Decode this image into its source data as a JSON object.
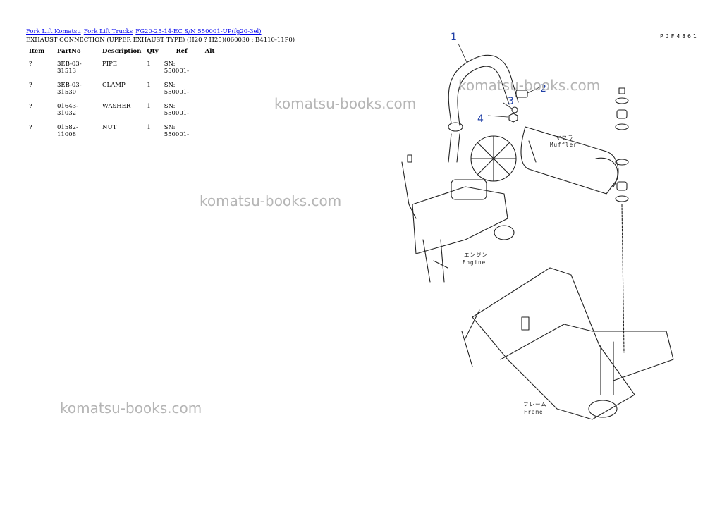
{
  "breadcrumb": {
    "link1": "Fork Lift Komatsu",
    "link2": "Fork Lift Trucks",
    "link3": "FG20-25-14-EC S/N 550001-UP(fg20-3el)"
  },
  "subtitle": "EXHAUST CONNECTION (UPPER EXHAUST TYPE) (H20 ? H25)(060030 : B4110-11P0)",
  "table": {
    "headers": [
      "Item",
      "PartNo",
      "Description",
      "Qty",
      "Ref",
      "Alt"
    ],
    "rows": [
      {
        "item": "?",
        "partno": "3EB-03-31513",
        "desc": "PIPE",
        "qty": "1",
        "ref": "SN: 550001-",
        "alt": ""
      },
      {
        "item": "?",
        "partno": "3EB-03-31530",
        "desc": "CLAMP",
        "qty": "1",
        "ref": "SN: 550001-",
        "alt": ""
      },
      {
        "item": "?",
        "partno": "01643-31032",
        "desc": "WASHER",
        "qty": "1",
        "ref": "SN: 550001-",
        "alt": ""
      },
      {
        "item": "?",
        "partno": "01582-11008",
        "desc": "NUT",
        "qty": "1",
        "ref": "SN: 550001-",
        "alt": ""
      }
    ]
  },
  "diagram": {
    "code": "PJF4861",
    "callouts": [
      "1",
      "2",
      "3",
      "4"
    ],
    "labels": {
      "muffler_jp": "マフラ",
      "muffler": "Muffler",
      "engine_jp": "エンジン",
      "engine": "Engine",
      "frame_jp": "フレーム",
      "frame": "Frame"
    }
  },
  "watermark": "komatsu-books.com"
}
